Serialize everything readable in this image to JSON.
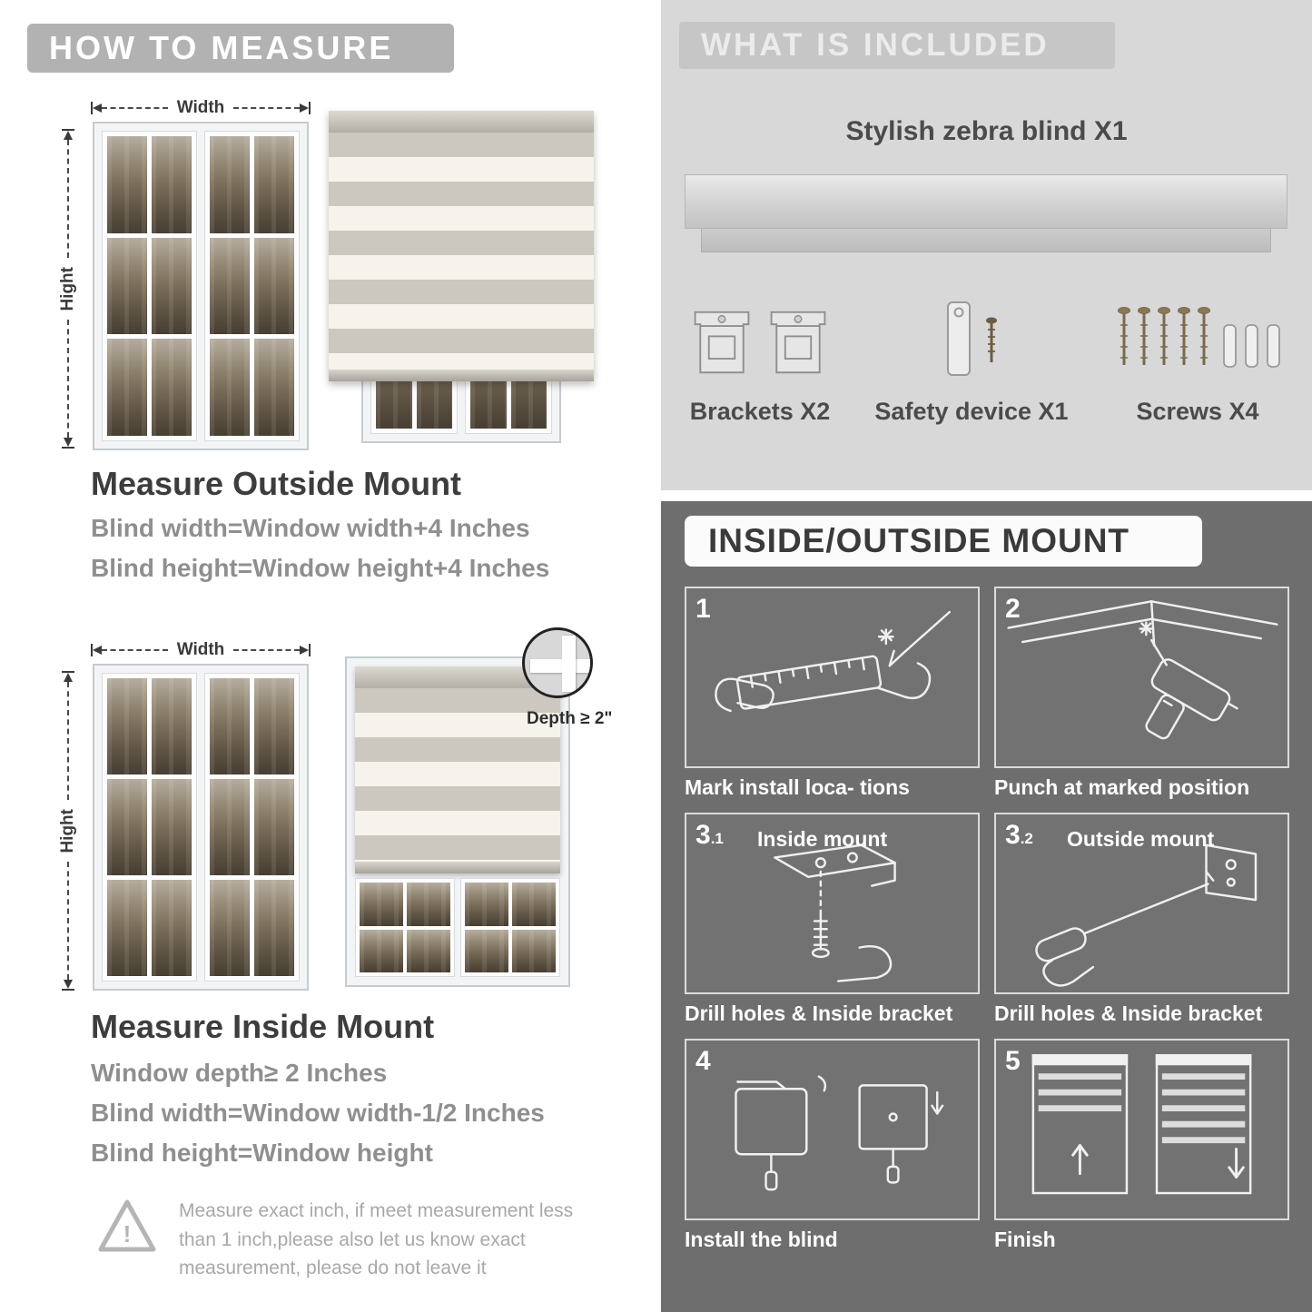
{
  "colors": {
    "banner_gray": "#b2b2b2",
    "section_light": "#d8d8d8",
    "section_dark": "#6e6e6e",
    "heading_dark": "#3d3d3d",
    "formula_gray": "#8f8f8f"
  },
  "left": {
    "header": "HOW TO MEASURE",
    "outside": {
      "width_label": "Width",
      "height_label": "Hight",
      "title": "Measure Outside Mount",
      "line1": "Blind width=Window width+4 Inches",
      "line2": "Blind height=Window height+4 Inches"
    },
    "inside": {
      "width_label": "Width",
      "height_label": "Hight",
      "depth_label": "Depth ≥ 2\"",
      "title": "Measure Inside Mount",
      "line1": "Window depth≥ 2 Inches",
      "line2": "Blind width=Window width-1/2 Inches",
      "line3": "Blind height=Window height"
    },
    "warning": {
      "icon": "!",
      "text": "Measure exact inch, if meet measurement less than 1 inch,please also let us know exact measurement, please do not leave it"
    }
  },
  "included": {
    "header": "WHAT IS INCLUDED",
    "product": "Stylish zebra blind X1",
    "items": [
      {
        "label": "Brackets X2"
      },
      {
        "label": "Safety device X1"
      },
      {
        "label": "Screws X4"
      }
    ]
  },
  "mount": {
    "header": "INSIDE/OUTSIDE MOUNT",
    "steps": [
      {
        "num": "1",
        "sub": "",
        "tag": "",
        "caption": "Mark install loca- tions"
      },
      {
        "num": "2",
        "sub": "",
        "tag": "",
        "caption": "Punch at  marked position"
      },
      {
        "num": "3",
        "sub": ".1",
        "tag": "Inside mount",
        "caption": "Drill holes &  Inside bracket"
      },
      {
        "num": "3",
        "sub": ".2",
        "tag": "Outside mount",
        "caption": "Drill holes &  Inside bracket"
      },
      {
        "num": "4",
        "sub": "",
        "tag": "",
        "caption": "Install the blind"
      },
      {
        "num": "5",
        "sub": "",
        "tag": "",
        "caption": "Finish"
      }
    ]
  }
}
